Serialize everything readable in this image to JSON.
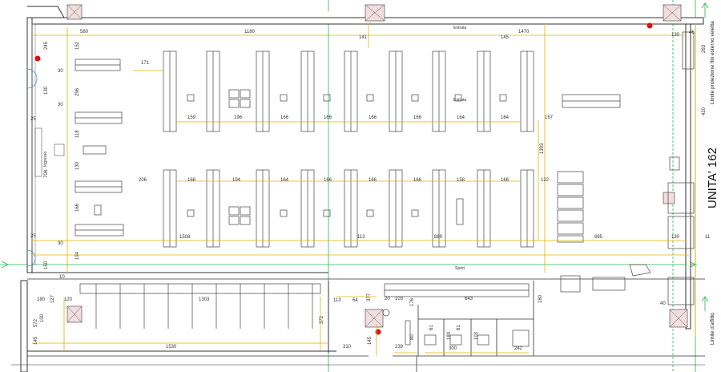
{
  "unit_label": "UNITA' 162",
  "labels": {
    "limit_projection": "Limite proiezione filo esterno veletta",
    "limit_rent": "Limite d'affitto",
    "entrance_left": "Ingresso",
    "entrance_top": "Entrata",
    "sport": "Sport"
  },
  "dimensions_top": [
    "580",
    "1180",
    "141",
    "145",
    "1470",
    "130",
    "45"
  ],
  "dimensions_left": [
    "245",
    "152",
    "30",
    "130",
    "296",
    "30",
    "25",
    "118",
    "708",
    "130",
    "166",
    "25",
    "30",
    "150",
    "194",
    "10"
  ],
  "dimensions_row1": [
    "171",
    "159",
    "196",
    "166",
    "166",
    "166",
    "166",
    "164",
    "164",
    "157"
  ],
  "dimensions_row2": [
    "206",
    "166",
    "194",
    "164",
    "166",
    "166",
    "166",
    "158",
    "166",
    "122"
  ],
  "dimensions_bottom_row": [
    "1508",
    "113",
    "889",
    "685",
    "130",
    "11"
  ],
  "dimensions_right": [
    "263",
    "420",
    "1393",
    "180"
  ],
  "dimensions_lower": [
    "180",
    "127",
    "120",
    "1303",
    "372",
    "113",
    "64",
    "377",
    "20",
    "103",
    "176",
    "643",
    "572",
    "100",
    "145",
    "1530",
    "310",
    "145",
    "239",
    "80",
    "61",
    "180",
    "61",
    "300",
    "103",
    "242",
    "40"
  ],
  "colors": {
    "wall": "#333333",
    "dimension": "#e5b100",
    "grid_line": "#27b84b",
    "column_fill": "#f2dede",
    "marker": "#dd1111"
  },
  "icons": [
    "red-marker-icon",
    "north-arrow-icon",
    "section-arrow-icon"
  ]
}
